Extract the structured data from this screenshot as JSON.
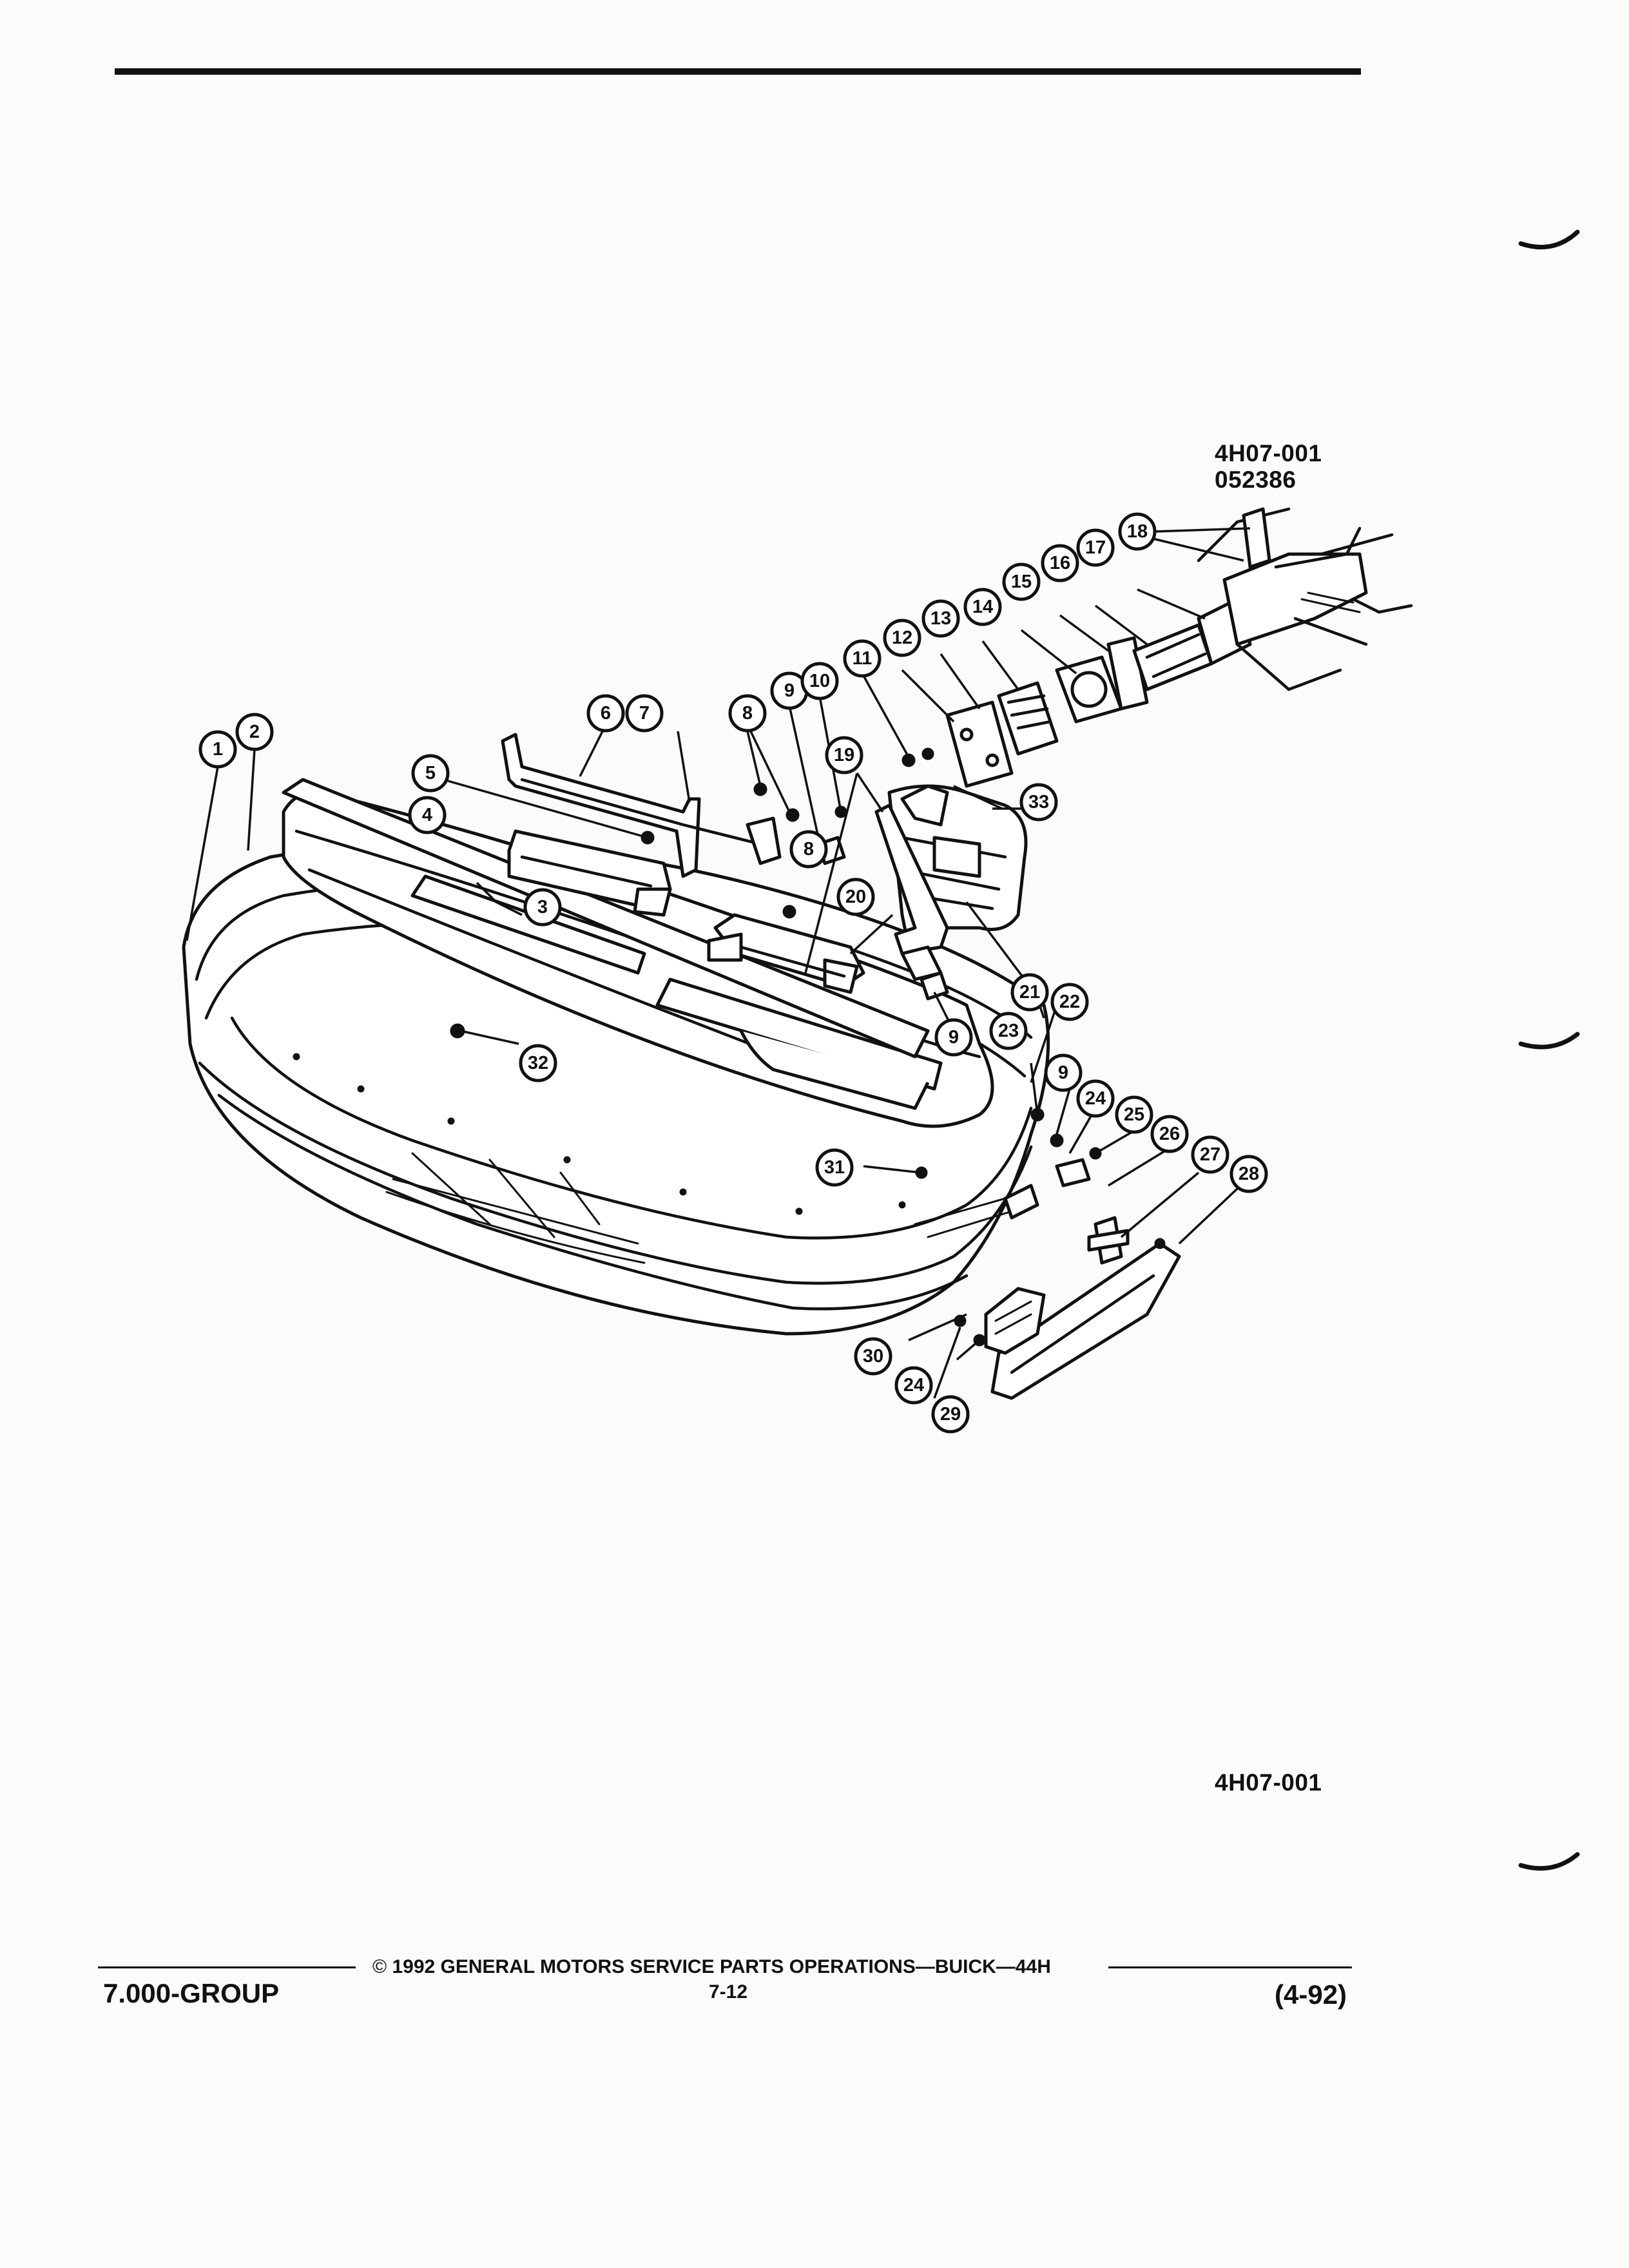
{
  "figure": {
    "codes_top": [
      "4H07-001",
      "052386"
    ],
    "code_bottom": "4H07-001",
    "callouts": [
      "1",
      "2",
      "3",
      "4",
      "5",
      "6",
      "7",
      "8",
      "8",
      "9",
      "9",
      "9",
      "10",
      "11",
      "12",
      "13",
      "14",
      "15",
      "16",
      "17",
      "18",
      "19",
      "20",
      "21",
      "22",
      "23",
      "24",
      "24",
      "25",
      "26",
      "27",
      "28",
      "29",
      "30",
      "31",
      "32",
      "33"
    ]
  },
  "footer": {
    "copyright_symbol": "©",
    "copyright": "1992  GENERAL MOTORS SERVICE PARTS OPERATIONS—BUICK—44H",
    "page": "7-12",
    "group": "7.000-GROUP",
    "date": "(4-92)"
  }
}
